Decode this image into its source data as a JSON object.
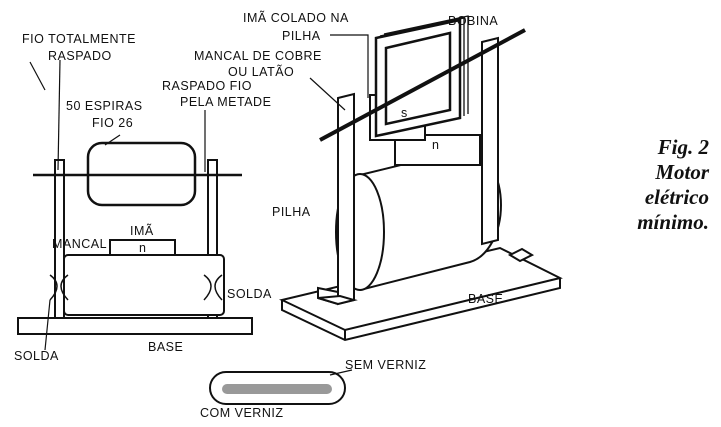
{
  "left_diagram": {
    "fio_totalmente": "FIO TOTALMENTE",
    "raspado": "RASPADO",
    "espiras": "50 ESPIRAS",
    "fio26": "FIO 26",
    "raspado_fio": "RASPADO FIO",
    "pela_metade": "PELA METADE",
    "mancal": "MANCAL",
    "ima": "IMÃ",
    "pole_n": "n",
    "solda_right": "SOLDA",
    "solda_left": "SOLDA",
    "base": "BASE"
  },
  "wire_detail": {
    "sem_verniz": "SEM VERNIZ",
    "com_verniz": "COM VERNIZ"
  },
  "right_diagram": {
    "ima_colado": "IMÃ COLADO NA",
    "pilha_top": "PILHA",
    "bobina": "BOBINA",
    "mancal_cobre": "MANCAL DE COBRE",
    "ou_latao": "OU LATÃO",
    "pole_s": "s",
    "pole_n": "n",
    "pilha": "PILHA",
    "base": "BASE"
  },
  "caption": {
    "fig": "Fig. 2",
    "line1": "Motor",
    "line2": "elétrico",
    "line3": "mínimo."
  }
}
